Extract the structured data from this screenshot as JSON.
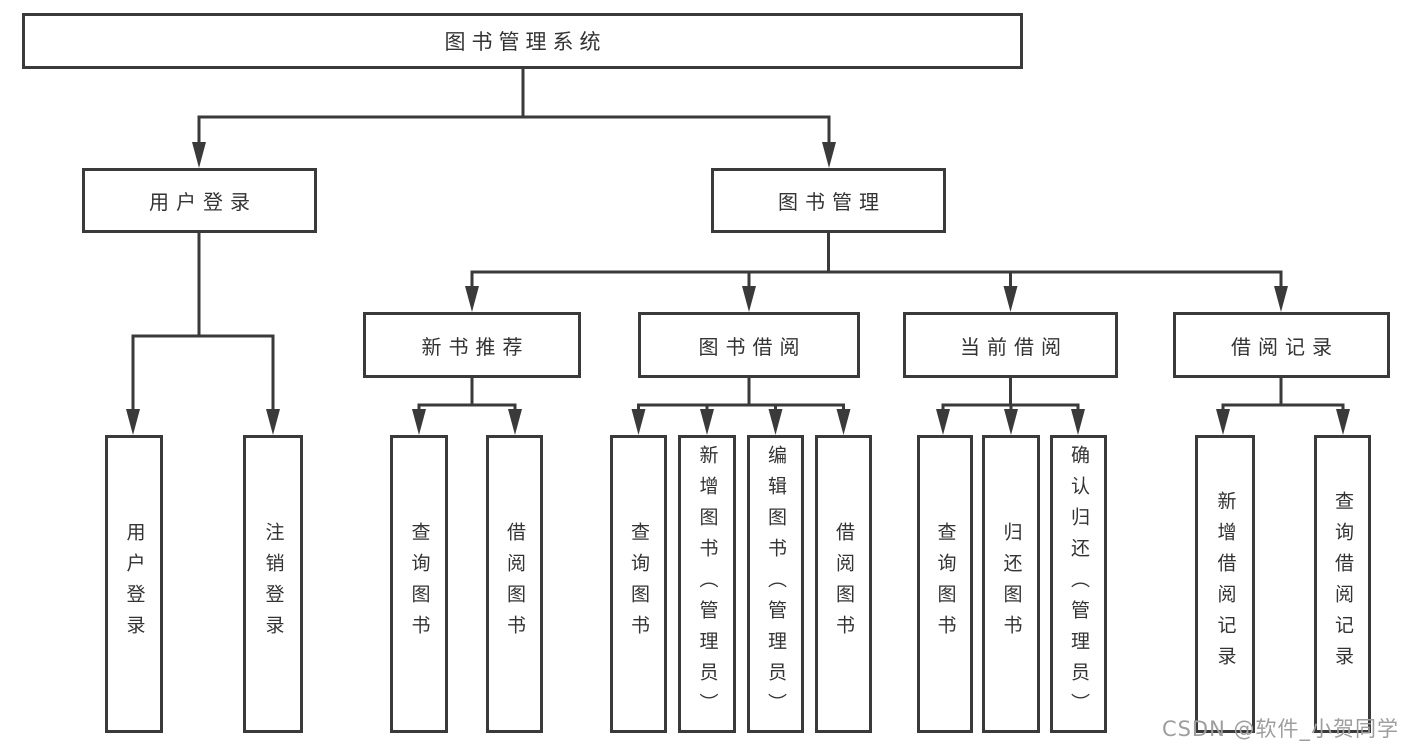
{
  "diagram_title": "图书管理系统",
  "nodes": {
    "root": {
      "label": "图书管理系统"
    },
    "user_login": {
      "label": "用户登录"
    },
    "book_management": {
      "label": "图书管理"
    },
    "new_book_recommend": {
      "label": "新书推荐"
    },
    "book_borrowing": {
      "label": "图书借阅"
    },
    "current_borrowing": {
      "label": "当前借阅"
    },
    "borrowing_records": {
      "label": "借阅记录"
    },
    "leaf_user_login": {
      "label": "用户登录"
    },
    "leaf_logout": {
      "label": "注销登录"
    },
    "leaf_query_books_recommend": {
      "label": "查询图书"
    },
    "leaf_borrow_books_recommend": {
      "label": "借阅图书"
    },
    "leaf_query_books_borrowing": {
      "label": "查询图书"
    },
    "leaf_add_books_admin": {
      "label": "新增图书（管理员）"
    },
    "leaf_edit_books_admin": {
      "label": "编辑图书（管理员）"
    },
    "leaf_borrow_books_borrowing": {
      "label": "借阅图书"
    },
    "leaf_query_books_current": {
      "label": "查询图书"
    },
    "leaf_return_books": {
      "label": "归还图书"
    },
    "leaf_confirm_return_admin": {
      "label": "确认归还（管理员）"
    },
    "leaf_add_borrow_record": {
      "label": "新增借阅记录"
    },
    "leaf_query_borrow_record": {
      "label": "查询借阅记录"
    }
  },
  "watermark": {
    "text": "CSDN @软件_小贺同学"
  },
  "colors": {
    "line": "#3a3a3a",
    "text": "#333333",
    "box_background": "#ffffff",
    "page_background": "#ffffff",
    "watermark": "#9e9e9e"
  }
}
